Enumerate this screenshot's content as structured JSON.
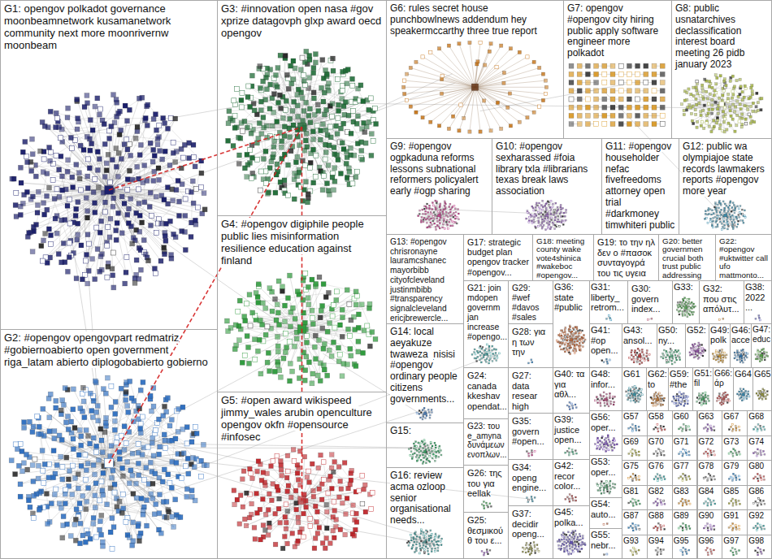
{
  "diagram": {
    "nodes": [
      {
        "text": [
          "G1: opengov polkadot governance moonbeamnetwork kusamanetwork community next more moonrivernw moonbeam"
        ]
      },
      {
        "text": [
          "G2: #opengov opengovpart redmatriz #gobiernoabierto open government riga_latam abierto diplogobabierto gobierno"
        ]
      },
      {
        "text": [
          "G3: #innovation open nasa #gov xprize datagovph glxp award oecd opengov"
        ]
      },
      {
        "text": [
          "G4: #opengov digiphile people public lies misinformation resilience education against finland"
        ]
      },
      {
        "text": [
          "G5: #open award wikispeed jimmy_wales arubin openculture opengov okfn #opensource #infosec"
        ]
      },
      {
        "text": [
          "G6: rules secret house punchbowlnews addendum hey speakermccarthy three true report"
        ]
      },
      {
        "text": [
          "G7: opengov #opengov city hiring public apply software engineer more polkadot"
        ]
      },
      {
        "text": [
          "G8: public usnatarchives declassification interest board meeting 26 pidb january 2023"
        ]
      },
      {
        "text": [
          "G9: #opengov ogpkaduna reforms lessons subnational reformers policyalert early #ogp sharing"
        ]
      },
      {
        "text": [
          "G10: #opengov sexharassed #foia library txla #librarians texas break laws association"
        ]
      },
      {
        "text": [
          "G11: #opengov householder nefac fivefreedoms attorney open trial #darkmoney timwhiteri public"
        ]
      },
      {
        "text": [
          "G12: public wa olympiajoe state records lawmakers reports #opengov more year"
        ]
      },
      {
        "text": [
          "G13: #opengov chrisronayne lauramcshanec mayorbibb cityofcleveland justinmbibb #transparency signalcleveland ericjbrewercle..."
        ]
      },
      {
        "text": [
          "G14: local aeyakuze twaweza_nisisi #opengov ordinary people citizens governments..."
        ]
      },
      {
        "text": [
          "G15:"
        ]
      },
      {
        "text": [
          "G16: review acma ozloop senior organisational needs..."
        ]
      },
      {
        "text": [
          "G17: strategic budget plan opengov tracker #opengov..."
        ]
      },
      {
        "text": [
          "G18: meeting county wake vote4shinica #wakeboc #opengov..."
        ]
      },
      {
        "text": [
          "G19: το την ηλ δεν ο #πασοκ συνταγογρά του τις υγεια"
        ]
      },
      {
        "text": [
          "G20: better governmen crucial both trust public addressing"
        ]
      },
      {
        "text": [
          "G22: #opengov #uktwitter call ufo mattmonto..."
        ]
      },
      {
        "text": [
          "G21: join mdopen governm jan increase #opengo..."
        ]
      },
      {
        "text": [
          "G24: canada kkeshav opendat..."
        ]
      },
      {
        "text": [
          "G23: του e_amyna δυνάμεων ενοπλων..."
        ]
      },
      {
        "text": [
          "G26: της του για eellak"
        ]
      },
      {
        "text": [
          "G25: θεσμικού θ του ε..."
        ]
      },
      {
        "text": [
          "G29: #wef #davos #sales"
        ]
      },
      {
        "text": [
          "G28: για η των την"
        ]
      },
      {
        "text": [
          "G27: data resear high"
        ]
      },
      {
        "text": [
          "G35: govern #open..."
        ]
      },
      {
        "text": [
          "G34: openg engine..."
        ]
      },
      {
        "text": [
          "G37: decidir openg..."
        ]
      },
      {
        "text": [
          "G36: state #public"
        ]
      },
      {
        "text": [
          "G40: τα για αθλ..."
        ]
      },
      {
        "text": [
          "G39: justice open..."
        ]
      },
      {
        "text": [
          "G42: recor color..."
        ]
      },
      {
        "text": [
          "G45: polka..."
        ]
      },
      {
        "text": [
          "G31: liberty_ retrom..."
        ]
      },
      {
        "text": [
          "G30: govern index..."
        ]
      },
      {
        "text": [
          "G33:"
        ]
      },
      {
        "text": [
          "G32: που στις απόλυτ..."
        ]
      },
      {
        "text": [
          "G38: 2022 ..."
        ]
      },
      {
        "text": [
          "G41: #op open..."
        ]
      },
      {
        "text": [
          "G43: ansol..."
        ]
      },
      {
        "text": [
          "G50: ny..."
        ]
      },
      {
        "text": [
          "G52:"
        ]
      },
      {
        "text": [
          "G49: polk"
        ]
      },
      {
        "text": [
          "G46: acce"
        ]
      },
      {
        "text": [
          "G47: educ"
        ]
      },
      {
        "text": [
          "G48: infor..."
        ]
      },
      {
        "text": [
          "G61"
        ]
      },
      {
        "text": [
          "G62: to"
        ]
      },
      {
        "text": [
          "G59: #the"
        ]
      },
      {
        "text": [
          "G51: fil"
        ]
      },
      {
        "text": [
          "G66: άρ"
        ]
      },
      {
        "text": [
          "G64"
        ]
      },
      {
        "text": [
          "G65"
        ]
      },
      {
        "text": [
          "G56: oper..."
        ]
      },
      {
        "text": [
          "G53: oper..."
        ]
      },
      {
        "text": [
          "G54: auto..."
        ]
      },
      {
        "text": [
          "G55: nebr..."
        ]
      },
      {
        "text": [
          "G57"
        ]
      },
      {
        "text": [
          "G58"
        ]
      },
      {
        "text": [
          "G60"
        ]
      },
      {
        "text": [
          "G63"
        ]
      },
      {
        "text": [
          "G67"
        ]
      },
      {
        "text": [
          "G68"
        ]
      },
      {
        "text": [
          "G69"
        ]
      },
      {
        "text": [
          "G70"
        ]
      },
      {
        "text": [
          "G71"
        ]
      },
      {
        "text": [
          "G72"
        ]
      },
      {
        "text": [
          "G73"
        ]
      },
      {
        "text": [
          "G74"
        ]
      },
      {
        "text": [
          "G75"
        ]
      },
      {
        "text": [
          "G76"
        ]
      },
      {
        "text": [
          "G77"
        ]
      },
      {
        "text": [
          "G78"
        ]
      },
      {
        "text": [
          "G79"
        ]
      },
      {
        "text": [
          "G80"
        ]
      },
      {
        "text": [
          "G81"
        ]
      },
      {
        "text": [
          "G82"
        ]
      },
      {
        "text": [
          "G83"
        ]
      },
      {
        "text": [
          "G84"
        ]
      },
      {
        "text": [
          "G85"
        ]
      },
      {
        "text": [
          "G86"
        ]
      },
      {
        "text": [
          "G87"
        ]
      },
      {
        "text": [
          "G88"
        ]
      },
      {
        "text": [
          "G89"
        ]
      },
      {
        "text": [
          "G90"
        ]
      },
      {
        "text": [
          "G91"
        ]
      },
      {
        "text": [
          "G92"
        ]
      },
      {
        "text": [
          "G93"
        ]
      },
      {
        "text": [
          "G94"
        ]
      },
      {
        "text": [
          "G95"
        ]
      },
      {
        "text": [
          "G96"
        ]
      },
      {
        "text": [
          "G97"
        ]
      },
      {
        "text": [
          "G98"
        ]
      }
    ]
  }
}
